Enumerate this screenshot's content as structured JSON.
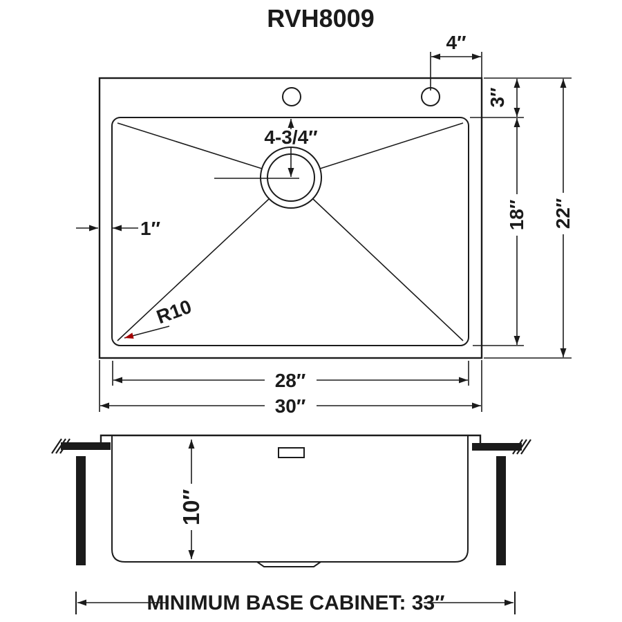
{
  "title": "RVH8009",
  "colors": {
    "line": "#1b1b1b",
    "leader_arrow_red": "#a40000"
  },
  "top_view": {
    "hole_spacing_label": "4″",
    "rim_to_bowl_label": "3″",
    "drain_position_label": "4-3/4″",
    "rim_width_label": "1″",
    "bowl_front_back_label": "18″",
    "overall_front_back_label": "22″",
    "corner_radius_label": "R10",
    "bowl_width_label": "28″",
    "overall_width_label": "30″"
  },
  "side_view": {
    "bowl_depth_label": "10″"
  },
  "footer": {
    "min_base_cabinet_label": "MINIMUM BASE CABINET: 33″"
  }
}
